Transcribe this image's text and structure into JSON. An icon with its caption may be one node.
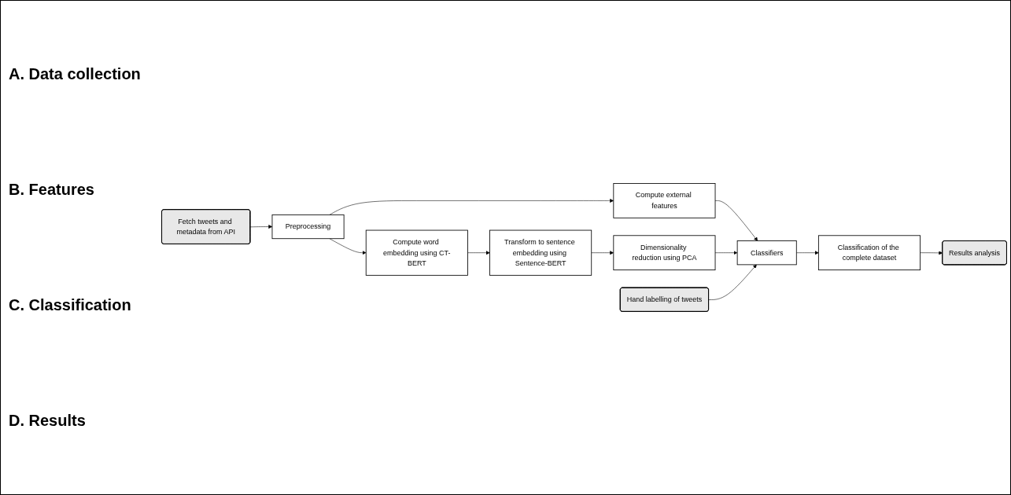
{
  "diagram": {
    "nodes": [
      {
        "text": [
          "Fetch tweets and metadata from API"
        ]
      },
      {
        "text": [
          "Preprocessing"
        ]
      },
      {
        "text": [
          "Compute external features"
        ]
      },
      {
        "text": [
          "Compute word embedding using CT-BERT"
        ]
      },
      {
        "text": [
          "Transform to sentence embedding using Sentence-BERT"
        ]
      },
      {
        "text": [
          "Dimensionality reduction using PCA"
        ]
      },
      {
        "text": [
          "Hand labelling of tweets"
        ]
      },
      {
        "text": [
          "Classifiers"
        ]
      },
      {
        "text": [
          "Classification of the complete dataset"
        ]
      },
      {
        "text": [
          "Results analysis"
        ]
      }
    ],
    "edges": [
      {
        "from": 0,
        "to": 1,
        "arrow": "to"
      },
      {
        "from": 1,
        "to": 2,
        "arrow": "to"
      },
      {
        "from": 1,
        "to": 3,
        "arrow": "to"
      },
      {
        "from": 3,
        "to": 4,
        "arrow": "to"
      },
      {
        "from": 4,
        "to": 5,
        "arrow": "to"
      },
      {
        "from": 2,
        "to": 7,
        "arrow": "to"
      },
      {
        "from": 5,
        "to": 7,
        "arrow": "to"
      },
      {
        "from": 6,
        "to": 7,
        "arrow": "to"
      },
      {
        "from": 7,
        "to": 8,
        "arrow": "to"
      },
      {
        "from": 8,
        "to": 9,
        "arrow": "to"
      }
    ],
    "labels": [
      "A. Data collection",
      "B. Features",
      "C. Classification",
      "D. Results"
    ]
  }
}
